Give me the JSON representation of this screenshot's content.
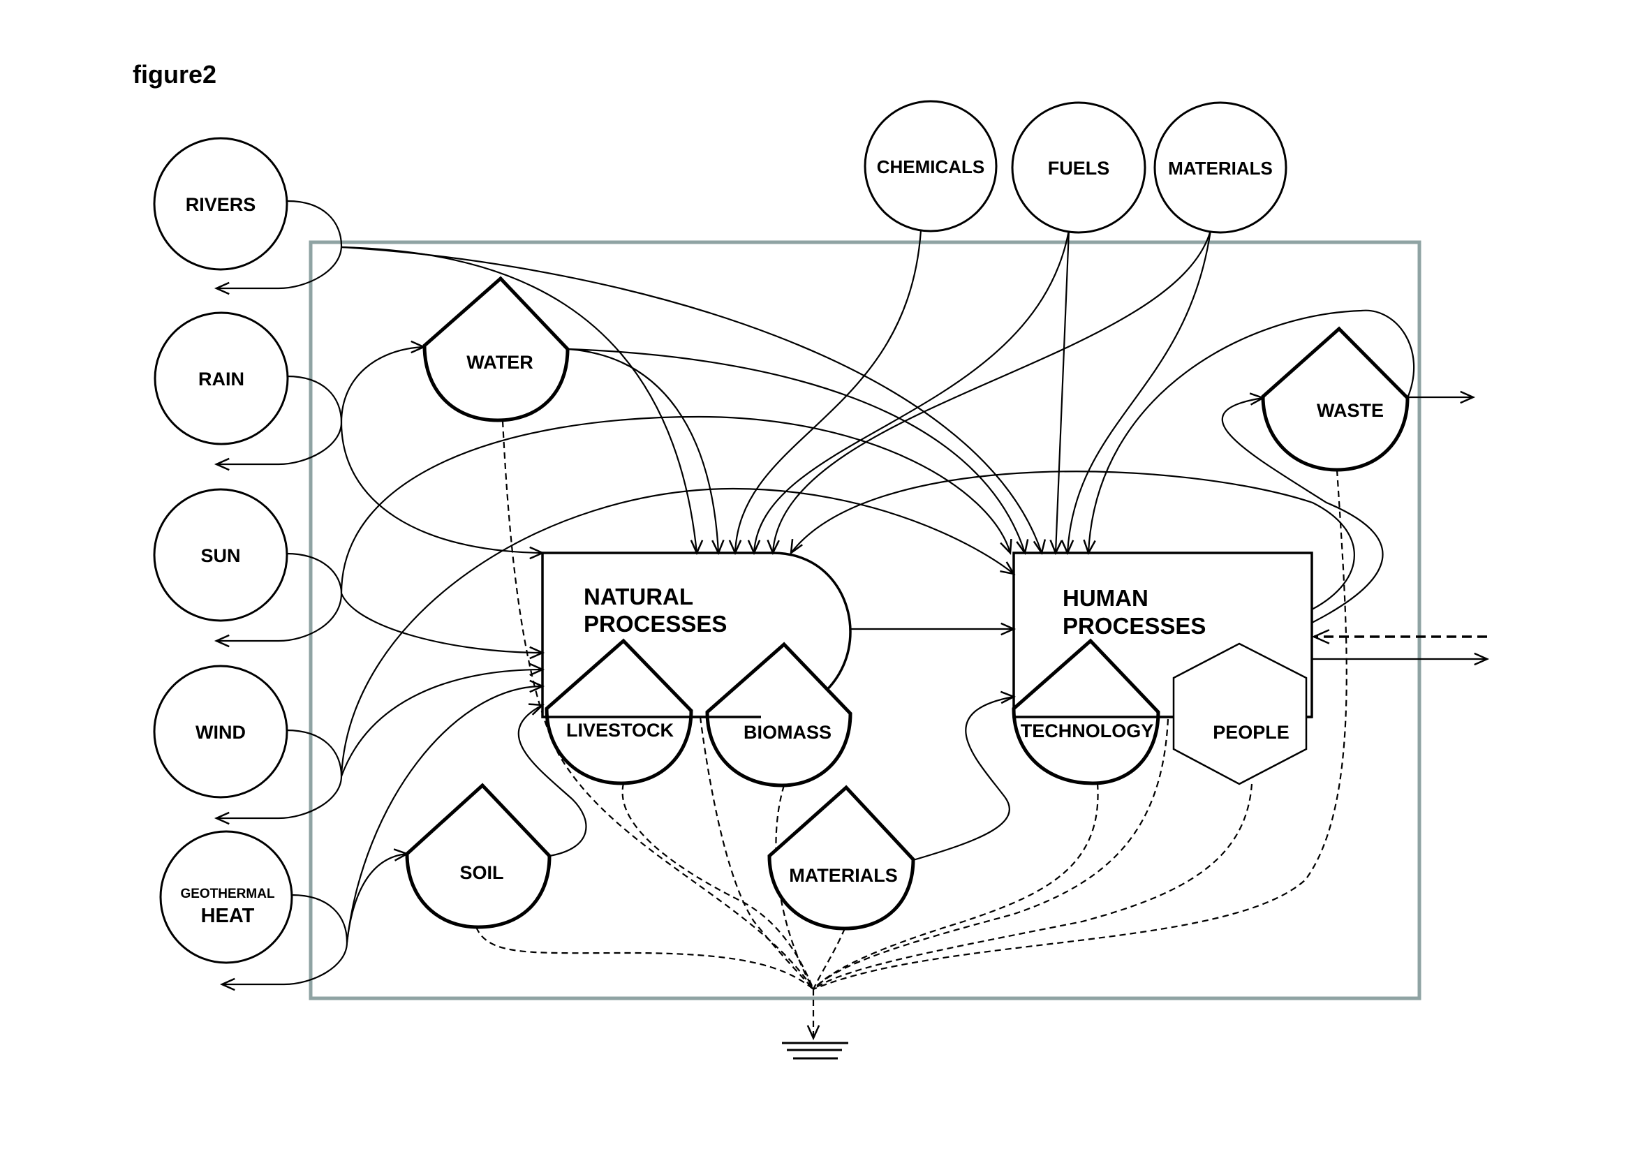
{
  "figure": {
    "title": "figure2"
  },
  "sources": {
    "rivers": "RIVERS",
    "rain": "RAIN",
    "sun": "SUN",
    "wind": "WIND",
    "geothermal_line1": "GEOTHERMAL",
    "geothermal_line2": "HEAT",
    "chemicals": "CHEMICALS",
    "fuels": "FUELS",
    "materials": "MATERIALS"
  },
  "storages": {
    "water": "WATER",
    "soil": "SOIL",
    "livestock": "LIVESTOCK",
    "biomass": "BIOMASS",
    "materials": "MATERIALS",
    "technology": "TECHNOLOGY",
    "waste": "WASTE"
  },
  "processes": {
    "natural_line1": "NATURAL",
    "natural_line2": "PROCESSES",
    "human_line1": "HUMAN",
    "human_line2": "PROCESSES"
  },
  "consumers": {
    "people": "PEOPLE"
  },
  "symbols": {
    "source": "circle",
    "storage": "tank",
    "process": "rectangle",
    "consumer": "hexagon",
    "heat_sink": "ground"
  },
  "colors": {
    "system_boundary": "#8fa3a3",
    "lines": "#000000"
  }
}
